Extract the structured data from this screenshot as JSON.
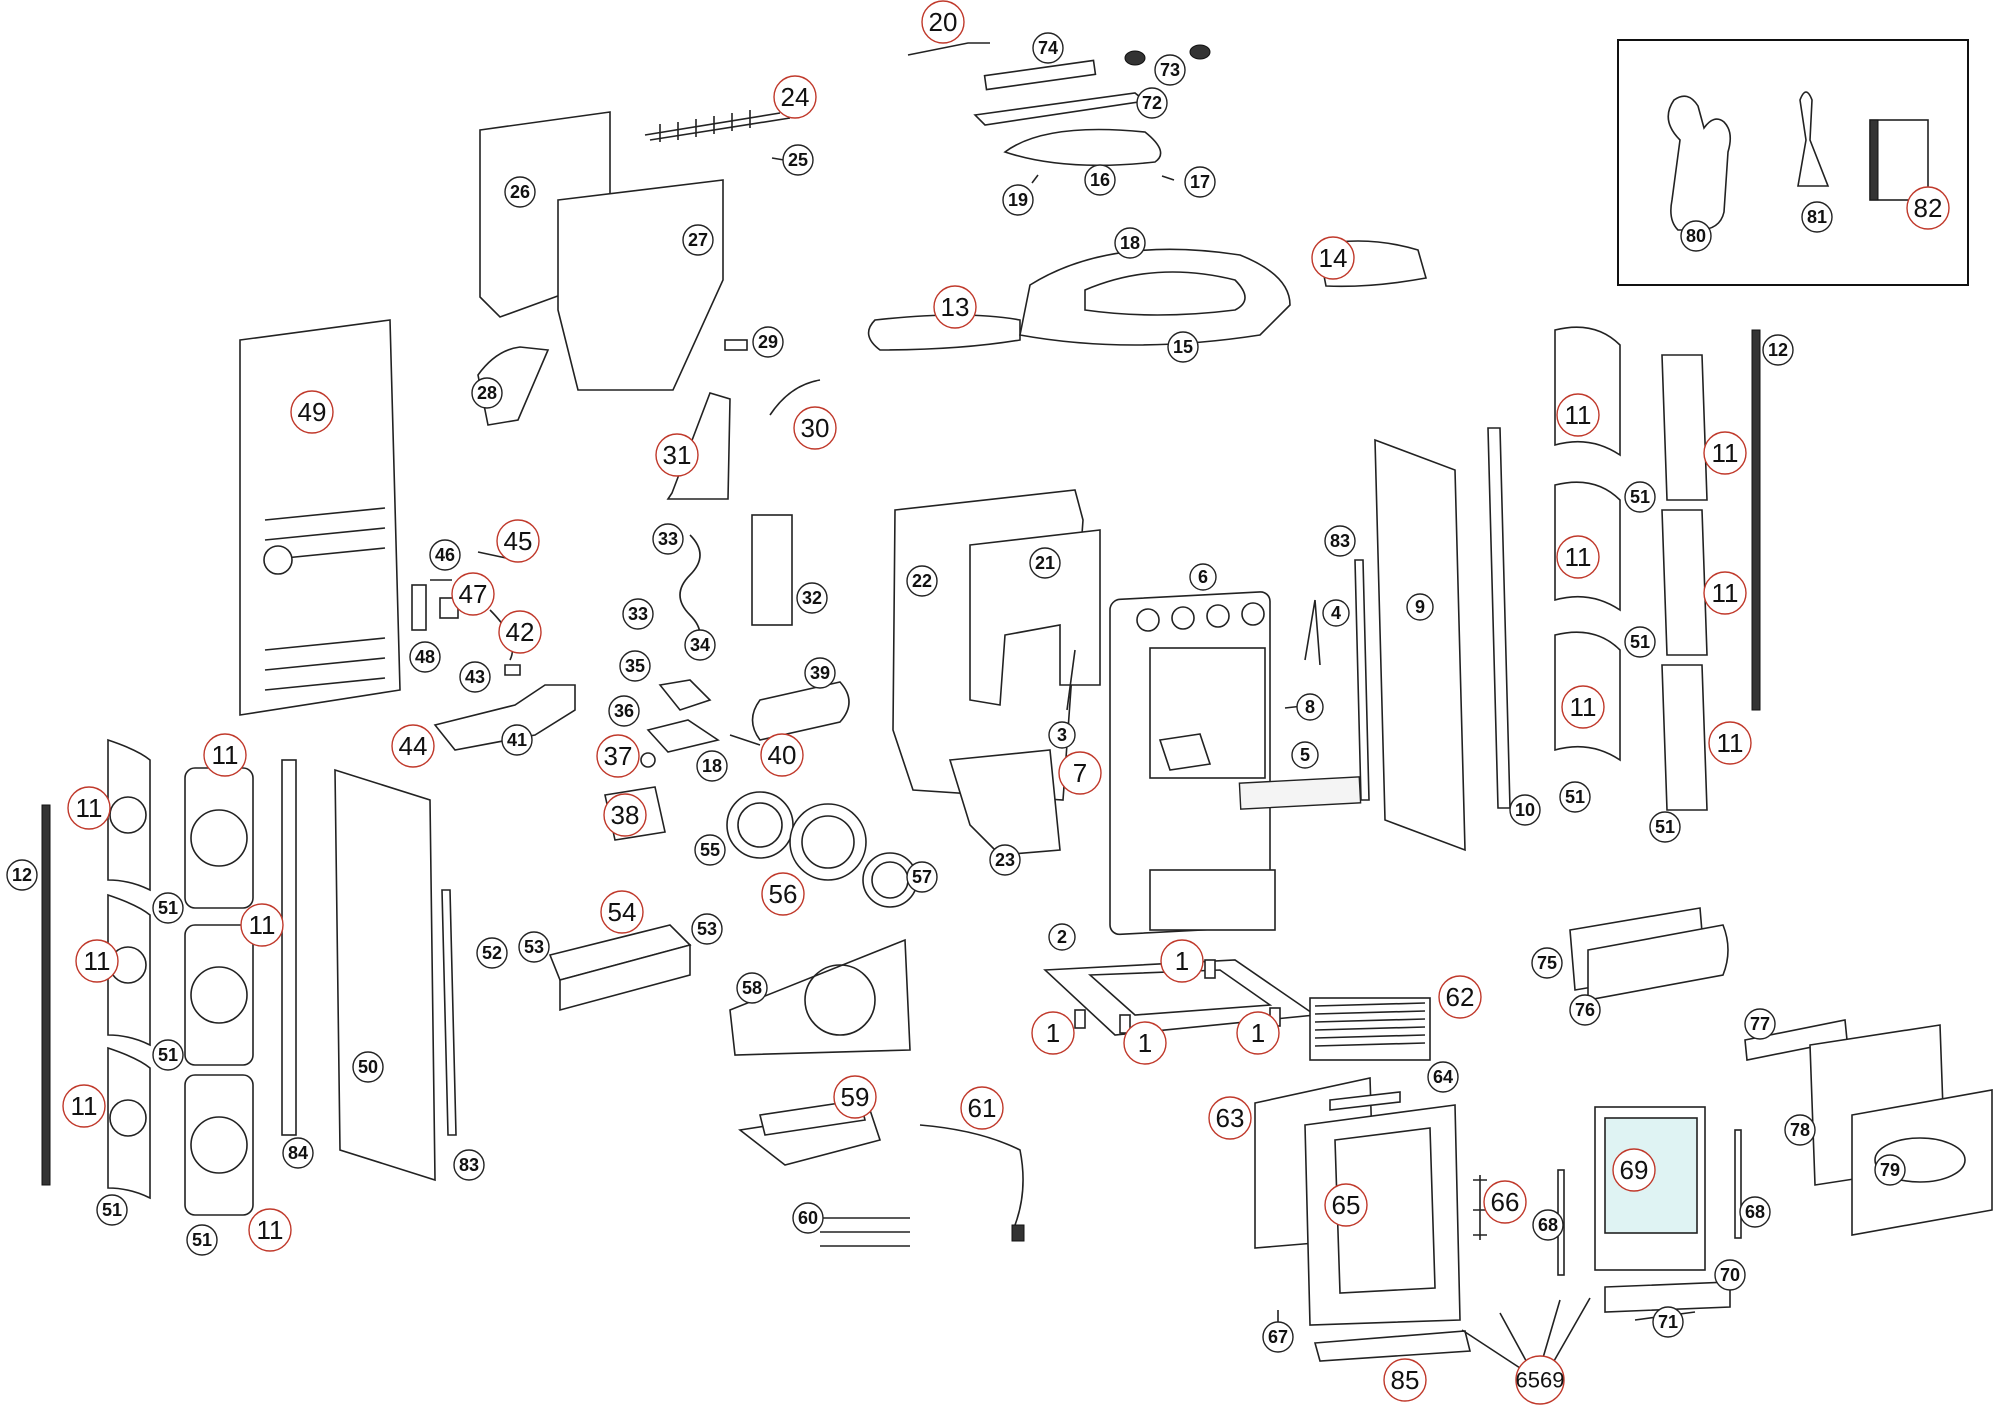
{
  "diagram": {
    "title": "",
    "callouts": [
      {
        "id": "c20",
        "label": "20",
        "red": true
      },
      {
        "id": "c74",
        "label": "74",
        "red": false
      },
      {
        "id": "c73",
        "label": "73",
        "red": false
      },
      {
        "id": "c24",
        "label": "24",
        "red": true
      },
      {
        "id": "c72",
        "label": "72",
        "red": false
      },
      {
        "id": "c25",
        "label": "25",
        "red": false
      },
      {
        "id": "c26",
        "label": "26",
        "red": false
      },
      {
        "id": "c16",
        "label": "16",
        "red": false
      },
      {
        "id": "c17",
        "label": "17",
        "red": false
      },
      {
        "id": "c19",
        "label": "19",
        "red": false
      },
      {
        "id": "c27",
        "label": "27",
        "red": false
      },
      {
        "id": "c18a",
        "label": "18",
        "red": false
      },
      {
        "id": "c14",
        "label": "14",
        "red": true
      },
      {
        "id": "c13",
        "label": "13",
        "red": true
      },
      {
        "id": "c15",
        "label": "15",
        "red": false
      },
      {
        "id": "c29",
        "label": "29",
        "red": false
      },
      {
        "id": "c28",
        "label": "28",
        "red": false
      },
      {
        "id": "c49",
        "label": "49",
        "red": true
      },
      {
        "id": "c30",
        "label": "30",
        "red": true
      },
      {
        "id": "c31",
        "label": "31",
        "red": true
      },
      {
        "id": "c12a",
        "label": "12",
        "red": false
      },
      {
        "id": "c11a",
        "label": "11",
        "red": true
      },
      {
        "id": "c11b",
        "label": "11",
        "red": true
      },
      {
        "id": "c51a",
        "label": "51",
        "red": false
      },
      {
        "id": "c11c",
        "label": "11",
        "red": true
      },
      {
        "id": "c11d",
        "label": "11",
        "red": true
      },
      {
        "id": "c51b",
        "label": "51",
        "red": false
      },
      {
        "id": "c11e",
        "label": "11",
        "red": true
      },
      {
        "id": "c11f",
        "label": "11",
        "red": true
      },
      {
        "id": "c51c",
        "label": "51",
        "red": false
      },
      {
        "id": "c51d",
        "label": "51",
        "red": false
      },
      {
        "id": "c10",
        "label": "10",
        "red": false
      },
      {
        "id": "c9",
        "label": "9",
        "red": false
      },
      {
        "id": "c83a",
        "label": "83",
        "red": false
      },
      {
        "id": "c4",
        "label": "4",
        "red": false
      },
      {
        "id": "c6",
        "label": "6",
        "red": false
      },
      {
        "id": "c21",
        "label": "21",
        "red": false
      },
      {
        "id": "c22",
        "label": "22",
        "red": false
      },
      {
        "id": "c8",
        "label": "8",
        "red": false
      },
      {
        "id": "c5",
        "label": "5",
        "red": false
      },
      {
        "id": "c3",
        "label": "3",
        "red": false
      },
      {
        "id": "c7",
        "label": "7",
        "red": true
      },
      {
        "id": "c23",
        "label": "23",
        "red": false
      },
      {
        "id": "c45",
        "label": "45",
        "red": true
      },
      {
        "id": "c46",
        "label": "46",
        "red": false
      },
      {
        "id": "c47",
        "label": "47",
        "red": true
      },
      {
        "id": "c42",
        "label": "42",
        "red": true
      },
      {
        "id": "c48",
        "label": "48",
        "red": false
      },
      {
        "id": "c43",
        "label": "43",
        "red": false
      },
      {
        "id": "c44",
        "label": "44",
        "red": true
      },
      {
        "id": "c41",
        "label": "41",
        "red": false
      },
      {
        "id": "c33a",
        "label": "33",
        "red": false
      },
      {
        "id": "c33b",
        "label": "33",
        "red": false
      },
      {
        "id": "c34",
        "label": "34",
        "red": false
      },
      {
        "id": "c32",
        "label": "32",
        "red": false
      },
      {
        "id": "c35",
        "label": "35",
        "red": false
      },
      {
        "id": "c39",
        "label": "39",
        "red": false
      },
      {
        "id": "c36",
        "label": "36",
        "red": false
      },
      {
        "id": "c37",
        "label": "37",
        "red": true
      },
      {
        "id": "c18b",
        "label": "18",
        "red": false
      },
      {
        "id": "c40",
        "label": "40",
        "red": true
      },
      {
        "id": "c38",
        "label": "38",
        "red": true
      },
      {
        "id": "c55",
        "label": "55",
        "red": false
      },
      {
        "id": "c56",
        "label": "56",
        "red": true
      },
      {
        "id": "c57",
        "label": "57",
        "red": false
      },
      {
        "id": "c12b",
        "label": "12",
        "red": false
      },
      {
        "id": "c11g",
        "label": "11",
        "red": true
      },
      {
        "id": "c11h",
        "label": "11",
        "red": true
      },
      {
        "id": "c51e",
        "label": "51",
        "red": false
      },
      {
        "id": "c11i",
        "label": "11",
        "red": true
      },
      {
        "id": "c11j",
        "label": "11",
        "red": true
      },
      {
        "id": "c51f",
        "label": "51",
        "red": false
      },
      {
        "id": "c11k",
        "label": "11",
        "red": true
      },
      {
        "id": "c11l",
        "label": "11",
        "red": true
      },
      {
        "id": "c51g",
        "label": "51",
        "red": false
      },
      {
        "id": "c51h",
        "label": "51",
        "red": false
      },
      {
        "id": "c50",
        "label": "50",
        "red": false
      },
      {
        "id": "c84",
        "label": "84",
        "red": false
      },
      {
        "id": "c83b",
        "label": "83",
        "red": false
      },
      {
        "id": "c52",
        "label": "52",
        "red": false
      },
      {
        "id": "c53a",
        "label": "53",
        "red": false
      },
      {
        "id": "c54",
        "label": "54",
        "red": true
      },
      {
        "id": "c53b",
        "label": "53",
        "red": false
      },
      {
        "id": "c58",
        "label": "58",
        "red": false
      },
      {
        "id": "c2",
        "label": "2",
        "red": false
      },
      {
        "id": "c1a",
        "label": "1",
        "red": true
      },
      {
        "id": "c1b",
        "label": "1",
        "red": true
      },
      {
        "id": "c1c",
        "label": "1",
        "red": true
      },
      {
        "id": "c1d",
        "label": "1",
        "red": true
      },
      {
        "id": "c62",
        "label": "62",
        "red": true
      },
      {
        "id": "c75",
        "label": "75",
        "red": false
      },
      {
        "id": "c76",
        "label": "76",
        "red": false
      },
      {
        "id": "c77",
        "label": "77",
        "red": false
      },
      {
        "id": "c78",
        "label": "78",
        "red": false
      },
      {
        "id": "c79",
        "label": "79",
        "red": false
      },
      {
        "id": "c59",
        "label": "59",
        "red": true
      },
      {
        "id": "c61",
        "label": "61",
        "red": true
      },
      {
        "id": "c60",
        "label": "60",
        "red": false
      },
      {
        "id": "c63",
        "label": "63",
        "red": true
      },
      {
        "id": "c64",
        "label": "64",
        "red": false
      },
      {
        "id": "c65",
        "label": "65",
        "red": true
      },
      {
        "id": "c66",
        "label": "66",
        "red": true
      },
      {
        "id": "c68a",
        "label": "68",
        "red": false
      },
      {
        "id": "c69",
        "label": "69",
        "red": true
      },
      {
        "id": "c68b",
        "label": "68",
        "red": false
      },
      {
        "id": "c70",
        "label": "70",
        "red": false
      },
      {
        "id": "c71",
        "label": "71",
        "red": false
      },
      {
        "id": "c67",
        "label": "67",
        "red": false
      },
      {
        "id": "c85",
        "label": "85",
        "red": true
      },
      {
        "id": "c6569",
        "label": "6569",
        "red": true
      },
      {
        "id": "c80",
        "label": "80",
        "red": false
      },
      {
        "id": "c81",
        "label": "81",
        "red": false
      },
      {
        "id": "c82",
        "label": "82",
        "red": true
      }
    ]
  },
  "colors": {
    "callout_red_border": "#c0392b",
    "callout_black_border": "#222222",
    "glass_fill": "#dff3f3",
    "line": "#222222"
  }
}
